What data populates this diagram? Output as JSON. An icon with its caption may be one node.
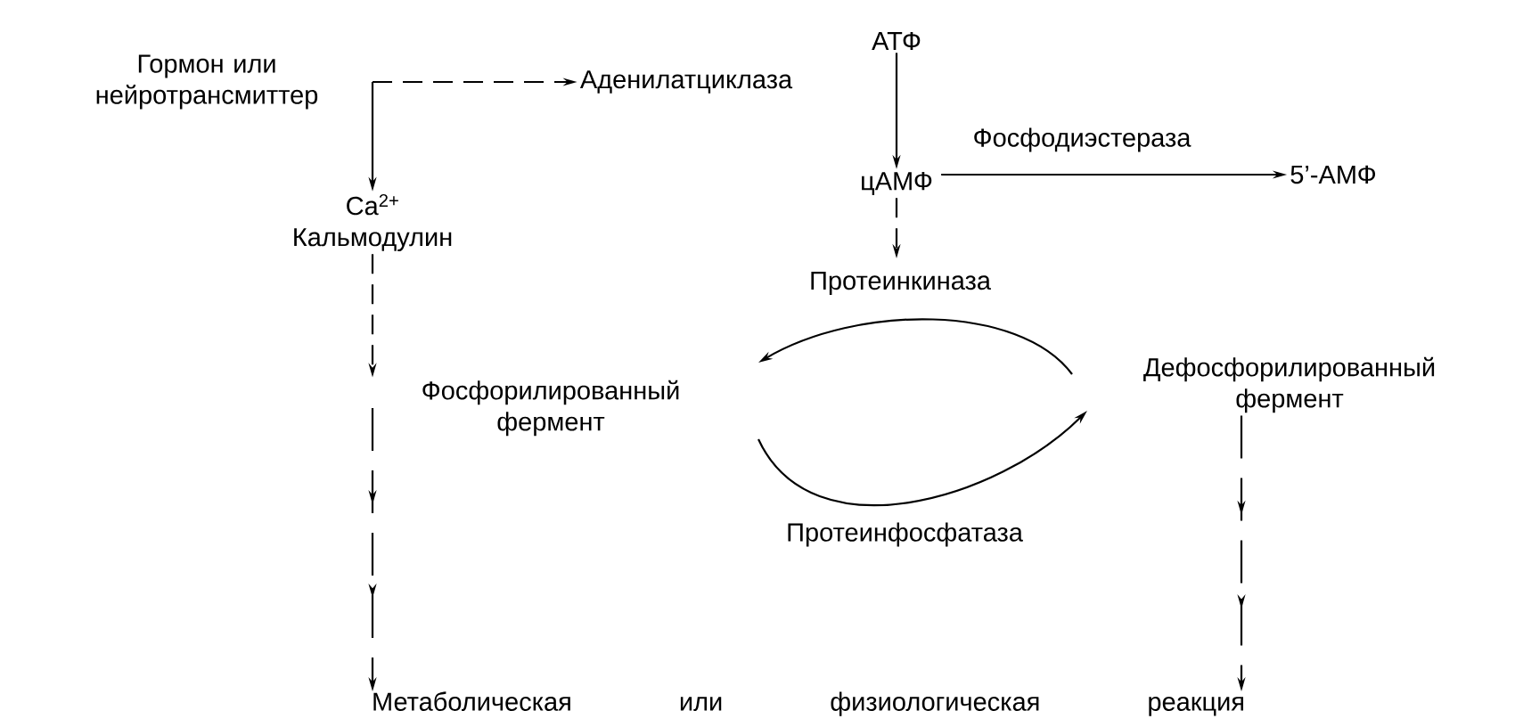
{
  "diagram": {
    "nodes": [
      {
        "text": [
          "Гормон или нейротрансмиттер"
        ]
      },
      {
        "text": [
          "Аденилатциклаза"
        ]
      },
      {
        "text": [
          "Ca$^{2+}$ Кальмодулин"
        ]
      },
      {
        "text": [
          "АТФ"
        ]
      },
      {
        "text": [
          "цАМФ"
        ]
      },
      {
        "text": [
          "5’-АМФ"
        ]
      },
      {
        "text": [
          "Фосфорилированный фермент"
        ]
      },
      {
        "text": [
          "Дефосфорилированный фермент"
        ]
      },
      {
        "text": [
          "Метаболическая или физиологическая реакция"
        ]
      }
    ],
    "edges": [
      {
        "from": 0,
        "to": 1,
        "arrow": "to",
        "style": "dashed"
      },
      {
        "from": 0,
        "to": 2,
        "arrow": "to"
      },
      {
        "from": 2,
        "to": 6,
        "arrow": "to",
        "style": "dashed"
      },
      {
        "from": 3,
        "to": 4,
        "arrow": "to"
      },
      {
        "from": 4,
        "to": 5,
        "arrow": "to",
        "label": "Фосфодиэстераза"
      },
      {
        "from": 4,
        "to": null,
        "arrow": "to",
        "style": "dashed"
      },
      {
        "from": 7,
        "to": 6,
        "arrow": "to",
        "label": "Протеинкиназа"
      },
      {
        "from": 6,
        "to": 7,
        "arrow": "to",
        "label": "Протеинфосфатаза"
      },
      {
        "from": 6,
        "to": 8,
        "arrow": "to",
        "style": "dashed"
      },
      {
        "from": 7,
        "to": 8,
        "arrow": "to",
        "style": "dashed"
      }
    ]
  }
}
